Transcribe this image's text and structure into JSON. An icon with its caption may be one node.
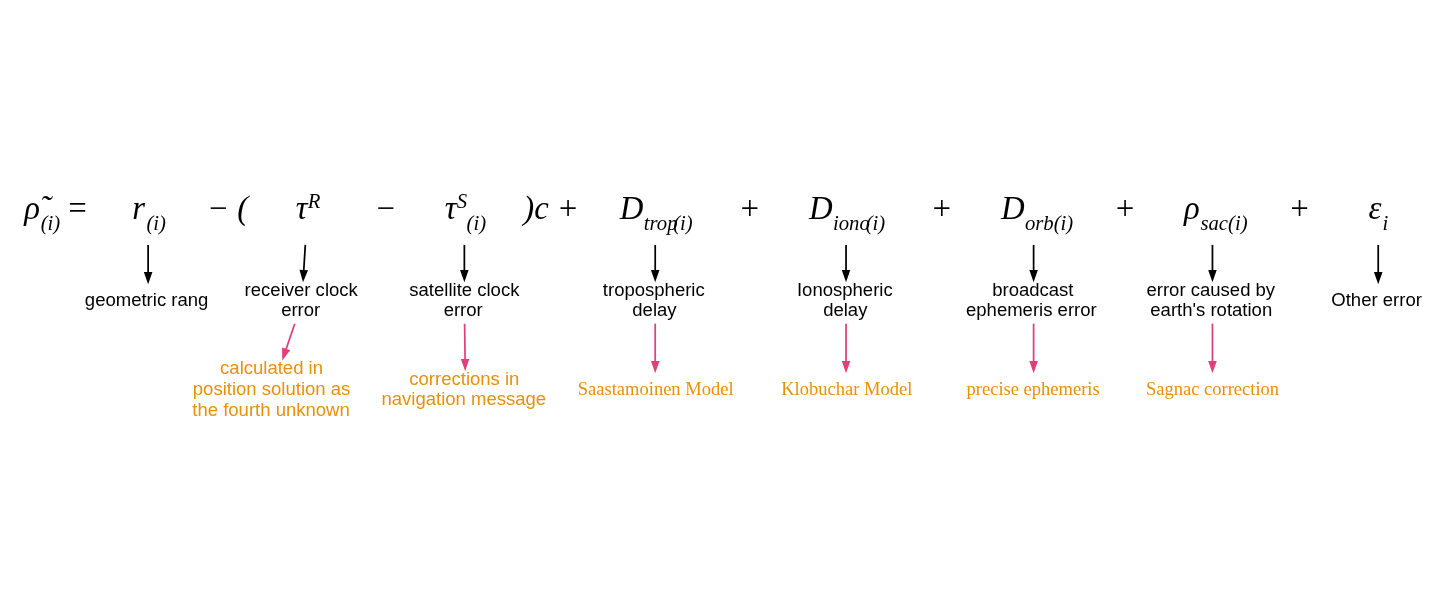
{
  "diagram": {
    "nodes": [
      {
        "text": [
          "r$_{(i)}$"
        ]
      },
      {
        "text": [
          "τ$^{R}$"
        ]
      },
      {
        "text": [
          "τ$^{S}$$_{(i)}$"
        ]
      },
      {
        "text": [
          "D$_{trop}$$_{(i)}$"
        ]
      },
      {
        "text": [
          "D$_{iono}$$_{(i)}$"
        ]
      },
      {
        "text": [
          "D$_{orb(i)}$"
        ]
      },
      {
        "text": [
          "ρ$_{sac(i)}$"
        ]
      },
      {
        "text": [
          "ε$_{i}$"
        ]
      },
      {
        "text": [
          "geometric rang"
        ]
      },
      {
        "text": [
          "receiver clock error"
        ]
      },
      {
        "text": [
          "satellite clock error"
        ]
      },
      {
        "text": [
          "tropospheric delay"
        ]
      },
      {
        "text": [
          "Ionospheric delay"
        ]
      },
      {
        "text": [
          "broadcast ephemeris error"
        ]
      },
      {
        "text": [
          "error caused by earth's rotation"
        ]
      },
      {
        "text": [
          "Other error"
        ]
      },
      {
        "text": [
          "calculated in position solution as the fourth unknown"
        ]
      },
      {
        "text": [
          "corrections in navigation message"
        ]
      },
      {
        "text": [
          "Saastamoinen Model"
        ]
      },
      {
        "text": [
          "Klobuchar Model"
        ]
      },
      {
        "text": [
          "precise ephemeris"
        ]
      },
      {
        "text": [
          "Sagnac correction"
        ]
      }
    ],
    "edges": [
      {
        "from": 0,
        "to": 8,
        "arrow": "to"
      },
      {
        "from": 1,
        "to": 9,
        "arrow": "to"
      },
      {
        "from": 2,
        "to": 10,
        "arrow": "to"
      },
      {
        "from": 3,
        "to": 11,
        "arrow": "to"
      },
      {
        "from": 4,
        "to": 12,
        "arrow": "to"
      },
      {
        "from": 5,
        "to": 13,
        "arrow": "to"
      },
      {
        "from": 6,
        "to": 14,
        "arrow": "to"
      },
      {
        "from": 7,
        "to": 15,
        "arrow": "to"
      },
      {
        "from": 9,
        "to": 16,
        "arrow": "to",
        "color": "#e0407a"
      },
      {
        "from": 10,
        "to": 17,
        "arrow": "to",
        "color": "#e0407a"
      },
      {
        "from": 11,
        "to": 18,
        "arrow": "to",
        "color": "#e0407a"
      },
      {
        "from": 12,
        "to": 19,
        "arrow": "to",
        "color": "#e0407a"
      },
      {
        "from": 13,
        "to": 20,
        "arrow": "to",
        "color": "#e0407a"
      },
      {
        "from": 14,
        "to": 21,
        "arrow": "to",
        "color": "#e0407a"
      }
    ],
    "labels": [
      "ρ̃$_{(i)}$ =",
      "− (",
      "−",
      ")c +",
      "+",
      "+",
      "+",
      "+"
    ]
  }
}
